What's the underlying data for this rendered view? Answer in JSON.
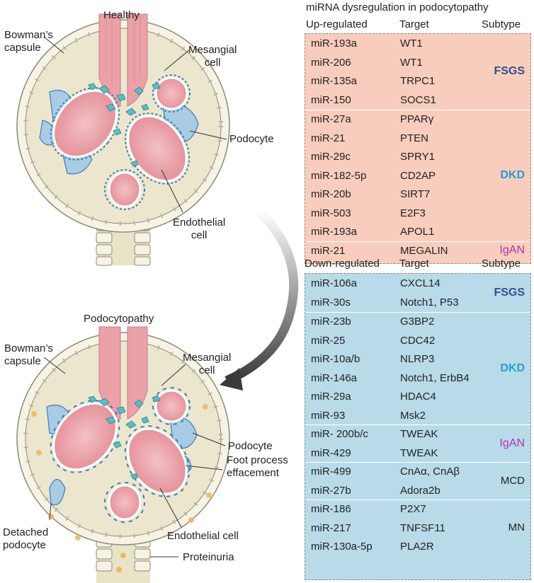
{
  "labels": {
    "healthy": "Healthy",
    "podocytopathy": "Podocytopathy",
    "bowmans_capsule_top": "Bowman’s\ncapsule",
    "mesangial_top": "Mesangial\ncell",
    "podocyte_top": "Podocyte",
    "endothelial_top": "Endothelial\ncell",
    "bowmans_capsule_bottom": "Bowman’s\ncapsule",
    "mesangial_bottom": "Mesangial\ncell",
    "podocyte_bottom": "Podocyte",
    "foot_process": "Foot process\neffacement",
    "detached": "Detached\npodocyte",
    "endothelial_bottom": "Endothelial cell",
    "proteinuria": "Proteinuria"
  },
  "table": {
    "title": "miRNA dysregulation in podocytopathy",
    "up": {
      "header": {
        "col1": "Up-regulated",
        "col2": "Target",
        "col3": "Subtype"
      },
      "groups": [
        {
          "subtype": "FSGS",
          "style": "fsgs",
          "rows": [
            {
              "mirna": "miR-193a",
              "target": "WT1"
            },
            {
              "mirna": "miR-206",
              "target": "WT1"
            },
            {
              "mirna": "miR-135a",
              "target": "TRPC1"
            },
            {
              "mirna": "miR-150",
              "target": "SOCS1"
            }
          ]
        },
        {
          "subtype": "DKD",
          "style": "dkd",
          "rows": [
            {
              "mirna": "miR-27a",
              "target": "PPARγ"
            },
            {
              "mirna": "miR-21",
              "target": "PTEN"
            },
            {
              "mirna": "miR-29c",
              "target": "SPRY1"
            },
            {
              "mirna": "miR-182-5p",
              "target": "CD2AP"
            },
            {
              "mirna": "miR-20b",
              "target": "SIRT7"
            },
            {
              "mirna": "miR-503",
              "target": "E2F3"
            },
            {
              "mirna": "miR-193a",
              "target": "APOL1"
            }
          ]
        },
        {
          "subtype": "IgAN",
          "style": "igan",
          "rows": [
            {
              "mirna": "miR-21",
              "target": "MEGALIN"
            }
          ]
        }
      ]
    },
    "down": {
      "header": {
        "col1": "Down-regulated",
        "col2": "Target",
        "col3": "Subtype"
      },
      "groups": [
        {
          "subtype": "FSGS",
          "style": "fsgs",
          "rows": [
            {
              "mirna": "miR-106a",
              "target": "CXCL14"
            },
            {
              "mirna": "miR-30s",
              "target": "Notch1, P53"
            }
          ]
        },
        {
          "subtype": "DKD",
          "style": "dkd",
          "rows": [
            {
              "mirna": "miR-23b",
              "target": "G3BP2"
            },
            {
              "mirna": "miR-25",
              "target": "CDC42"
            },
            {
              "mirna": "miR-10a/b",
              "target": "NLRP3"
            },
            {
              "mirna": "miR-146a",
              "target": "Notch1, ErbB4"
            },
            {
              "mirna": "miR-29a",
              "target": "HDAC4"
            },
            {
              "mirna": "miR-93",
              "target": "Msk2"
            }
          ]
        },
        {
          "subtype": "IgAN",
          "style": "igan",
          "rows": [
            {
              "mirna": "miR- 200b/c",
              "target": "TWEAK"
            },
            {
              "mirna": "miR-429",
              "target": "TWEAK"
            }
          ]
        },
        {
          "subtype": "MCD",
          "style": "plain",
          "rows": [
            {
              "mirna": "miR-499",
              "target": "CnAα, CnAβ"
            },
            {
              "mirna": "miR-27b",
              "target": "Adora2b"
            }
          ]
        },
        {
          "subtype": "MN",
          "style": "plain",
          "rows": [
            {
              "mirna": "miR-186",
              "target": "P2X7"
            },
            {
              "mirna": "miR-217",
              "target": "TNFSF11"
            },
            {
              "mirna": "miR-130a-5p",
              "target": "PLA2R"
            }
          ]
        }
      ]
    }
  },
  "colors": {
    "up_fill": "#f9cdbd",
    "down_fill": "#b9dbe9",
    "fsgs": "#2e4f8f",
    "dkd": "#2a9bd6",
    "igan": "#b72fb0",
    "capillary": "#eaa1a8",
    "podocyte": "#a9cbe4",
    "mesangial": "#5cbcc3",
    "bowman_space": "#ece6cf"
  }
}
